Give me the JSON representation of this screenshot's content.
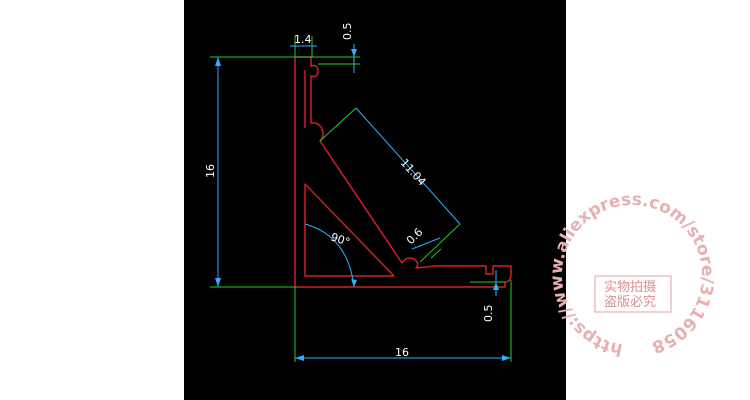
{
  "colors": {
    "page_background": "#ffffff",
    "drawing_background": "#000000",
    "profile_outline": "#cc2222",
    "dimension_line": "#2ab0ff",
    "extension_line": "#22cc22",
    "dimension_text": "#ffffff",
    "watermark": "#e8b0b0"
  },
  "drawing": {
    "dimensions": {
      "top_width": "1.4",
      "top_thickness": "0.5",
      "height": "16",
      "diagonal_length": "11.04",
      "diagonal_gap": "0.6",
      "angle": "90°",
      "bottom_thickness": "0.5",
      "base_width": "16"
    }
  },
  "watermark": {
    "url": "https://www.aliexpress.com/store/3116058",
    "stamp_line_1": "实物拍摄",
    "stamp_line_2": "盗版必究"
  }
}
